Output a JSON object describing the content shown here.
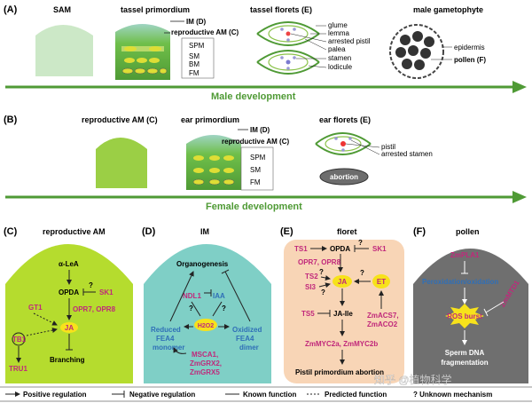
{
  "panelA": {
    "label": "(A)",
    "sam": "SAM",
    "tassel_primordium": "tassel primordium",
    "im": "IM (D)",
    "reproductive_am": "reproductive AM (C)",
    "spm": "SPM",
    "sm": "SM",
    "bm": "BM",
    "fm": "FM",
    "tassel_florets": "tassel florets (E)",
    "floret_parts": [
      "glume",
      "lemma",
      "arrested pistil",
      "palea",
      "stamen",
      "lodicule"
    ],
    "male_gametophyte": "male gametophyte",
    "epidermis": "epidermis",
    "pollen": "pollen (F)",
    "arrow_label": "Male development"
  },
  "panelB": {
    "label": "(B)",
    "reproductive_am": "reproductive AM (C)",
    "ear_primordium": "ear primordium",
    "im": "IM (D)",
    "reproductive_am2": "reproductive AM (C)",
    "spm": "SPM",
    "sm": "SM",
    "fm": "FM",
    "ear_florets": "ear florets (E)",
    "pistil": "pistil",
    "arrested_stamen": "arrested stamen",
    "abortion": "abortion",
    "arrow_label": "Female development"
  },
  "panelC": {
    "label": "(C)",
    "title": "reproductive AM",
    "alpha_lea": "α-LeA",
    "opda": "OPDA",
    "q": "?",
    "sk1": "SK1",
    "opr": "OPR7, OPR8",
    "ja": "JA",
    "gt1": "GT1",
    "tb1": "TB1",
    "tru1": "TRU1",
    "branching": "Branching"
  },
  "panelD": {
    "label": "(D)",
    "title": "IM",
    "organogenesis": "Organogenesis",
    "ndl1": "NDL1",
    "iaa": "IAA",
    "h2o2": "H2O2",
    "q": "?",
    "reduced": [
      "Reduced",
      "FEA4",
      "monomer"
    ],
    "oxidized": [
      "Oxidized",
      "FEA4",
      "dimer"
    ],
    "msca": [
      "MSCA1,",
      "ZmGRX2,",
      "ZmGRX5"
    ]
  },
  "panelE": {
    "label": "(E)",
    "title": "floret",
    "ts1": "TS1",
    "opda": "OPDA",
    "q": "?",
    "sk1": "SK1",
    "opr": "OPR7, OPR8",
    "ts2": "TS2",
    "si3": "SI3",
    "ja": "JA",
    "et": "ET",
    "ts5": "TS5",
    "ja_ile": "JA-Ile",
    "zmacs": [
      "ZmACS7,",
      "ZmACO2"
    ],
    "zmmyc": "ZmMYC2a, ZmMYC2b",
    "pistil_abortion": "Pistil primordium abortion"
  },
  "panelF": {
    "label": "(F)",
    "title": "pollen",
    "zmpla1": "ZmPLA1",
    "peroxidation": "Peroxidation/oxidation",
    "ros": "ROS burst",
    "zmmtd1": "ZmMTD1",
    "sperm": [
      "Sperm DNA",
      "fragmentation"
    ]
  },
  "legend": {
    "positive": "Positive regulation",
    "negative": "Negative regulation",
    "known": "Known function",
    "predicted": "Predicted function",
    "unknown": "? Unknown mechanism"
  },
  "watermark": "知乎 @植物科学",
  "colors": {
    "green_dark": "#4f9a35",
    "green_light": "#b5dc6a",
    "teal": "#7fcfc6",
    "peach": "#f8d5b6",
    "gray": "#6f6f6f",
    "magenta": "#c0287b",
    "blue": "#2f6fb7",
    "yellow": "#f7e21b"
  }
}
